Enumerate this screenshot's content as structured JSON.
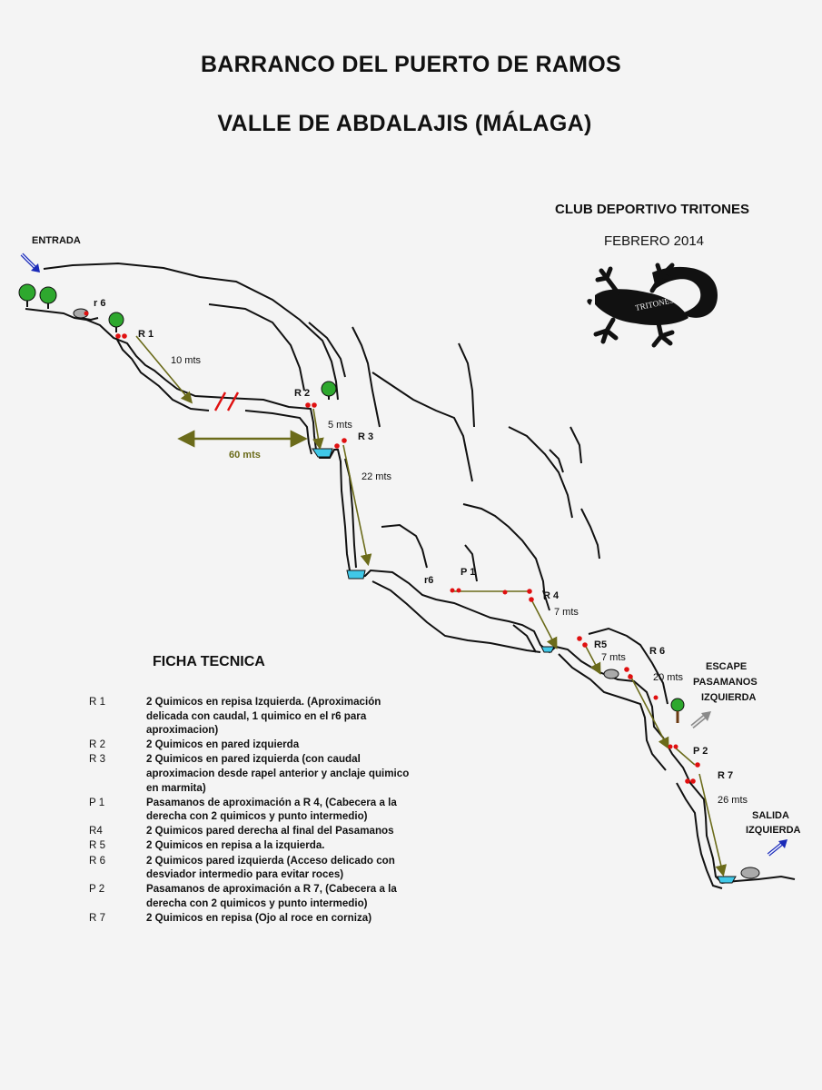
{
  "title_line1": "BARRANCO DEL PUERTO DE RAMOS",
  "title_line2": "VALLE DE ABDALAJIS (MÁLAGA)",
  "club": "CLUB DEPORTIVO TRITONES",
  "date": "FEBRERO 2014",
  "logo_text": "TRITONES",
  "map_labels": {
    "entrada": "ENTRADA",
    "salida_1": "SALIDA",
    "salida_2": "IZQUIERDA",
    "escape_1": "ESCAPE",
    "escape_2": "PASAMANOS",
    "escape_3": "IZQUIERDA",
    "r6a": "r 6",
    "r1": "R 1",
    "r2": "R 2",
    "r3": "R 3",
    "r6b": "r6",
    "p1": "P 1",
    "r4": "R 4",
    "r5": "R5",
    "r6c": "R 6",
    "p2": "P 2",
    "r7": "R 7",
    "d_r1": "10 mts",
    "d_flat": "60 mts",
    "d_r2": "5 mts",
    "d_r3": "22 mts",
    "d_r4": "7 mts",
    "d_r5": "7 mts",
    "d_r6": "20 mts",
    "d_r7": "26 mts"
  },
  "ficha_title": "FICHA TECNICA",
  "ficha": [
    {
      "code": "R 1",
      "desc": "2 Quimicos en repisa Izquierda. (Aproximación delicada con caudal, 1 quimico en el r6 para aproximacion)"
    },
    {
      "code": "R 2",
      "desc": "2 Quimicos en pared izquierda"
    },
    {
      "code": "R 3",
      "desc": "2 Quimicos en pared izquierda (con caudal aproximacion desde rapel anterior y anclaje quimico en marmita)"
    },
    {
      "code": "P 1",
      "desc": "Pasamanos de aproximación a R 4, (Cabecera a la derecha con 2 quimicos y punto intermedio)"
    },
    {
      "code": "R4",
      "desc": "2 Quimicos pared derecha al final del Pasamanos"
    },
    {
      "code": "R 5",
      "desc": "2 Quimicos en repisa a la izquierda."
    },
    {
      "code": "R 6",
      "desc": "2 Quimicos pared izquierda (Acceso delicado con desviador intermedio para evitar roces)"
    },
    {
      "code": "P 2",
      "desc": "Pasamanos de aproximación a R 7, (Cabecera a la derecha con 2 quimicos y punto intermedio)"
    },
    {
      "code": "R 7",
      "desc": "2 Quimicos en repisa (Ojo al roce en corniza)"
    }
  ],
  "colors": {
    "rope": "#6b6b1a",
    "anchor": "#e01010",
    "water": "#40c8e8",
    "tree": "#2ea82e",
    "arrow_blue": "#1a2ab8",
    "arrow_grey": "#8a8a8a",
    "break_mark": "#e01010"
  }
}
